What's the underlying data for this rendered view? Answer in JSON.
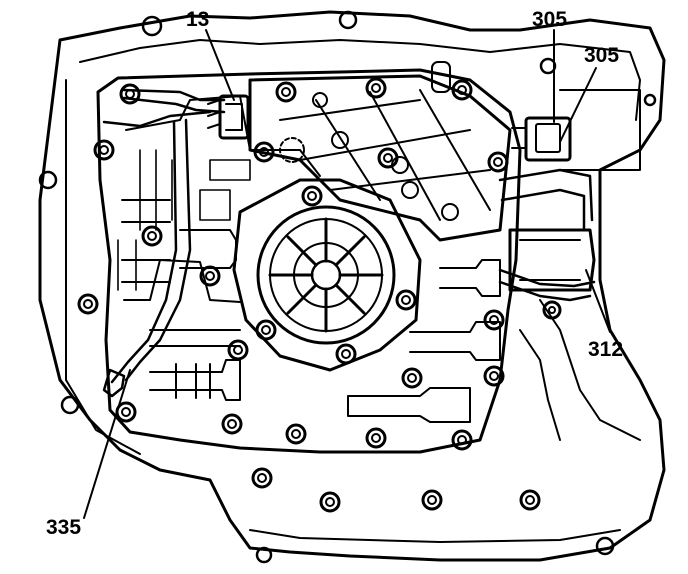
{
  "callouts": {
    "c13": "13",
    "c305a": "305",
    "c305b": "305",
    "c312": "312",
    "c335": "335"
  },
  "colors": {
    "line": "#000000",
    "background": "#ffffff"
  }
}
